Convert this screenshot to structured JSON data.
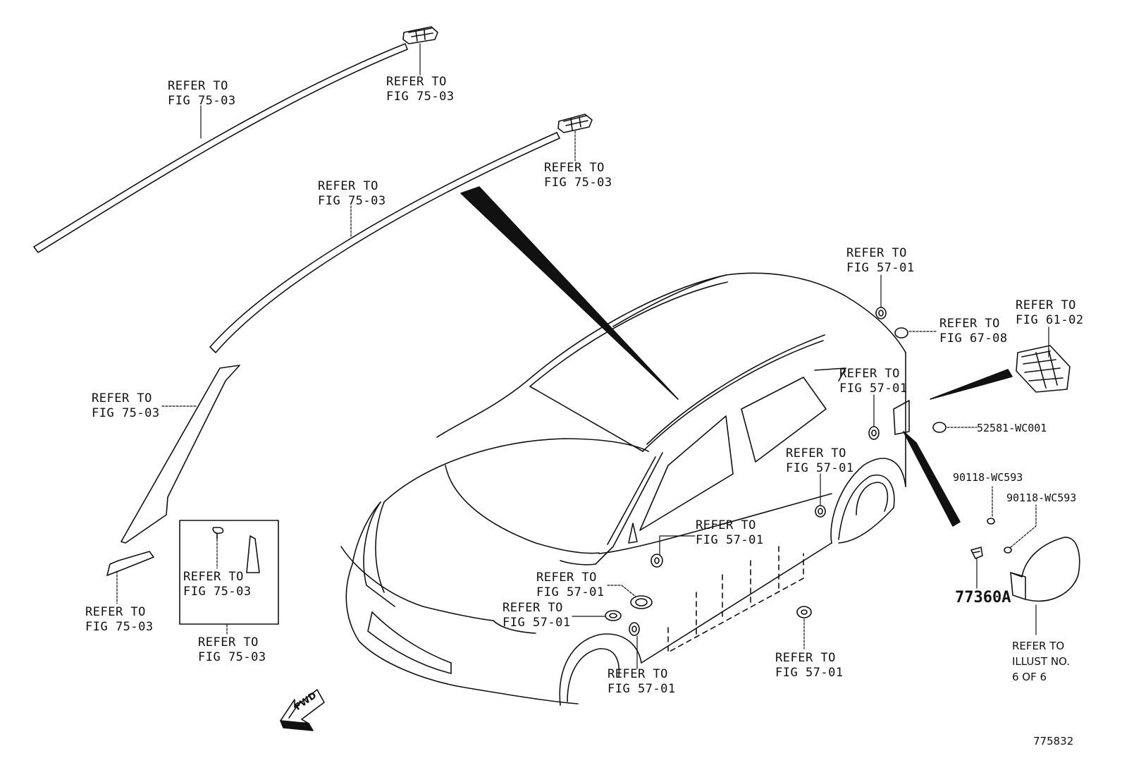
{
  "labels": {
    "roof_rail_left_a": [
      "REFER TO",
      "FIG 75-03"
    ],
    "roof_rail_left_end_a": [
      "REFER TO",
      "FIG 75-03"
    ],
    "roof_rail_right_b": [
      "REFER TO",
      "FIG 75-03"
    ],
    "roof_rail_right_end_b": [
      "REFER TO",
      "FIG 75-03"
    ],
    "pillar_trim": [
      "REFER TO",
      "FIG 75-03"
    ],
    "lower_trim": [
      "REFER TO",
      "FIG 75-03"
    ],
    "inset_clip": [
      "REFER TO",
      "FIG 75-03"
    ],
    "inset_box": [
      "REFER TO",
      "FIG 75-03"
    ],
    "rear_plug_top": [
      "REFER TO",
      "FIG 57-01"
    ],
    "rear_seal": [
      "REFER TO",
      "FIG 67-08"
    ],
    "rear_module": [
      "REFER TO",
      "FIG 61-02"
    ],
    "rear_plug_mid": [
      "REFER TO",
      "FIG 57-01"
    ],
    "rear_door_plug": [
      "REFER TO",
      "FIG 57-01"
    ],
    "front_door_plug": [
      "REFER TO",
      "FIG 57-01"
    ],
    "fender_plug_upper": [
      "REFER TO",
      "FIG 57-01"
    ],
    "fender_plug_mid": [
      "REFER TO",
      "FIG 57-01"
    ],
    "fender_plug_lower": [
      "REFER TO",
      "FIG 57-01"
    ],
    "rocker_plug": [
      "REFER TO",
      "FIG 57-01"
    ]
  },
  "part_numbers": {
    "gasket": "52581-WC001",
    "screw_a": "90118-WC593",
    "screw_b": "90118-WC593",
    "hinge": "77360A"
  },
  "fuel_door_note": [
    "REFER TO",
    "ILLUST NO.",
    "6 OF 6"
  ],
  "fwd_arrow": "FWD",
  "diagram_id": "775832"
}
